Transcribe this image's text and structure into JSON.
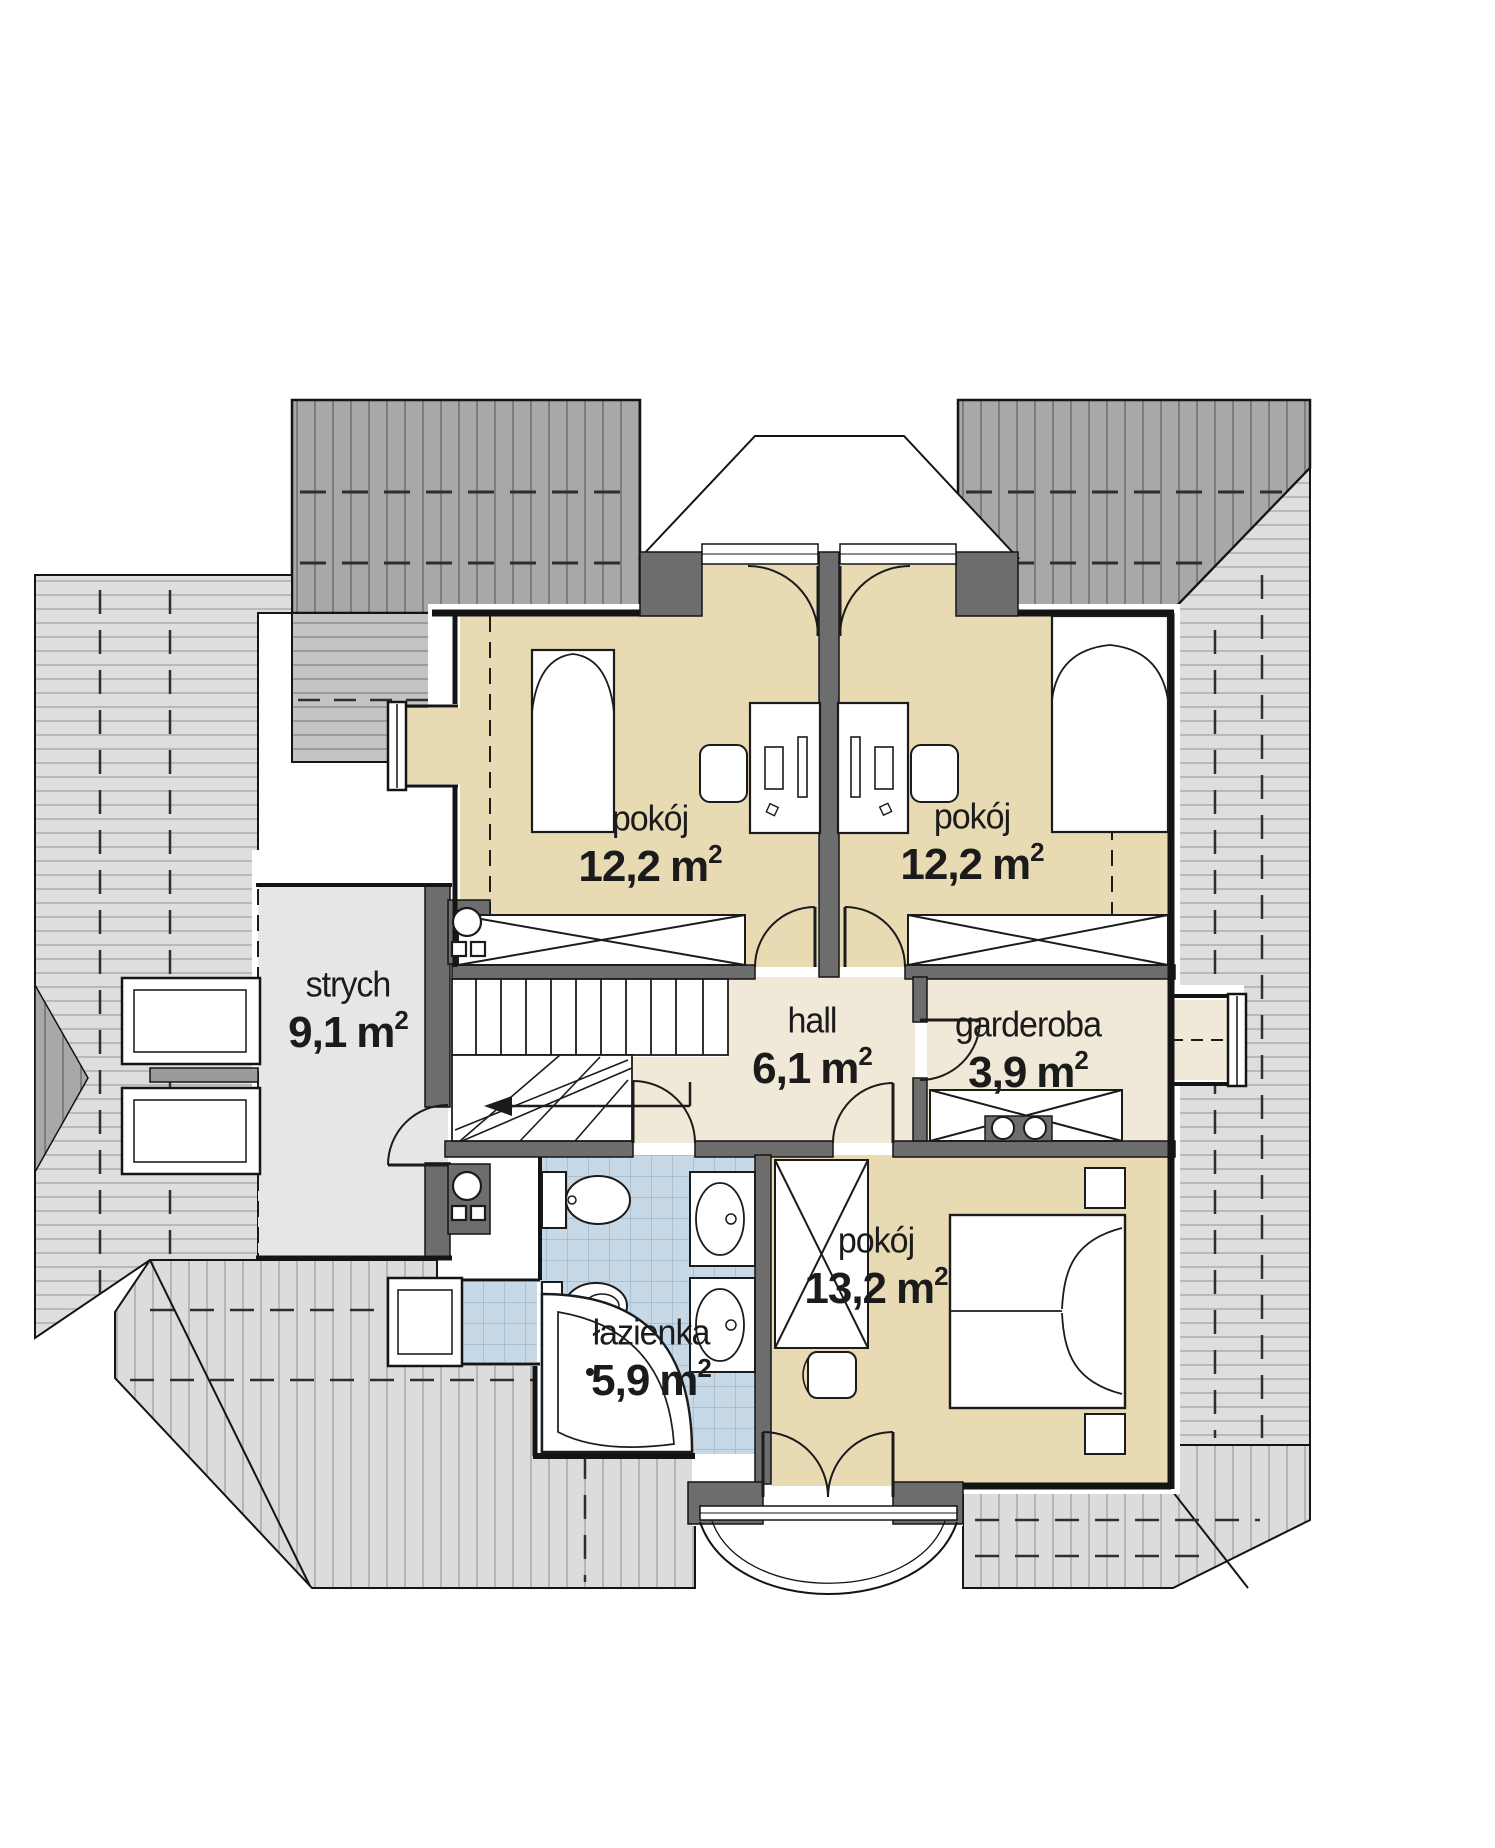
{
  "plan": {
    "unit_base": "m",
    "unit_exp": "2",
    "rooms": [
      {
        "key": "room-top-left",
        "label": "pokój",
        "area": "12,2"
      },
      {
        "key": "room-top-right",
        "label": "pokój",
        "area": "12,2"
      },
      {
        "key": "attic",
        "label": "strych",
        "area": "9,1"
      },
      {
        "key": "hall",
        "label": "hall",
        "area": "6,1"
      },
      {
        "key": "wardrobe-room",
        "label": "garderoba",
        "area": "3,9"
      },
      {
        "key": "bathroom",
        "label": "łazienka",
        "area": "5,9"
      },
      {
        "key": "room-bottom",
        "label": "pokój",
        "area": "13,2"
      }
    ],
    "colors": {
      "room_tan": "#e8dbb4",
      "hall_cream": "#f0e9d7",
      "attic_gray": "#e6e6e6",
      "bath_blue": "#c7d9e7",
      "roof_dark": "#a8a8a8",
      "roof_mid": "#c3c3c3",
      "roof_light": "#dedede",
      "wall_dark": "#6d6d6d",
      "line_black": "#141414"
    }
  }
}
